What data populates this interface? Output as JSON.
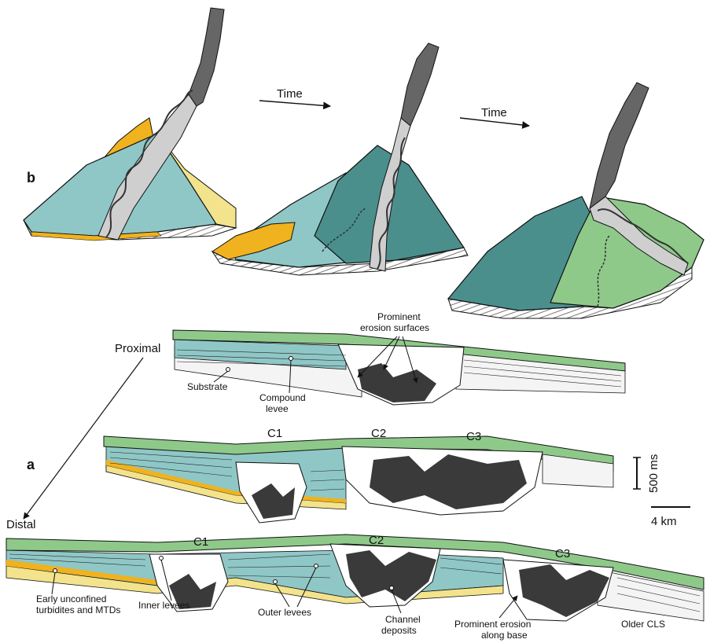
{
  "colors": {
    "teal": "#8fc7c6",
    "dark_teal": "#4b8f8d",
    "green": "#8ec98a",
    "yellow": "#f2e38c",
    "orange": "#f0b21e",
    "gray": "#666666",
    "dark_gray": "#3a3a3a",
    "line": "#111111"
  },
  "panel_b": {
    "letter": "b",
    "time_arrow_1": "Time",
    "time_arrow_2": "Time"
  },
  "panel_a": {
    "letter": "a",
    "proximal": "Proximal",
    "distal": "Distal",
    "section_1": {
      "prominent_erosion_line1": "Prominent",
      "prominent_erosion_line2": "erosion surfaces",
      "substrate": "Substrate",
      "compound_line1": "Compound",
      "compound_line2": "levee"
    },
    "section_2": {
      "c1": "C1",
      "c2": "C2",
      "c3": "C3"
    },
    "section_3": {
      "c1": "C1",
      "c2": "C2",
      "c3": "C3",
      "early_line1": "Early unconfined",
      "early_line2": "turbidites and MTDs",
      "inner_levees": "Inner levees",
      "outer_levees": "Outer levees",
      "channel_line1": "Channel",
      "channel_line2": "deposits",
      "erosion_base_line1": "Prominent erosion",
      "erosion_base_line2": "along base",
      "older_cls": "Older CLS"
    },
    "scale_vertical": "500 ms",
    "scale_horizontal": "4 km"
  }
}
